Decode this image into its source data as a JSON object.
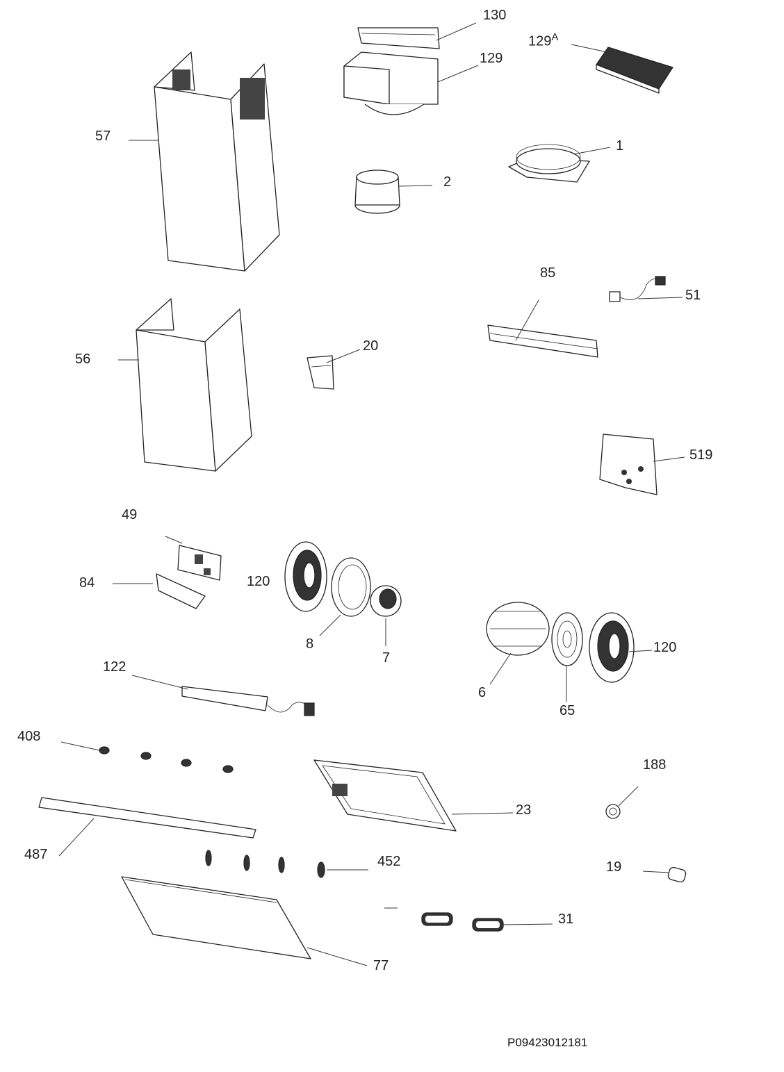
{
  "drawing_code": "P09423012181",
  "labels": {
    "p130": "130",
    "p129a_num": "129",
    "p129a_suffix": "A",
    "p129": "129",
    "p57": "57",
    "p1": "1",
    "p2": "2",
    "p85": "85",
    "p51": "51",
    "p56": "56",
    "p20": "20",
    "p519": "519",
    "p49": "49",
    "p84": "84",
    "p120a": "120",
    "p8": "8",
    "p7": "7",
    "p120b": "120",
    "p6": "6",
    "p65": "65",
    "p122": "122",
    "p408": "408",
    "p188": "188",
    "p23": "23",
    "p487": "487",
    "p452": "452",
    "p19": "19",
    "p31": "31",
    "p77": "77"
  }
}
